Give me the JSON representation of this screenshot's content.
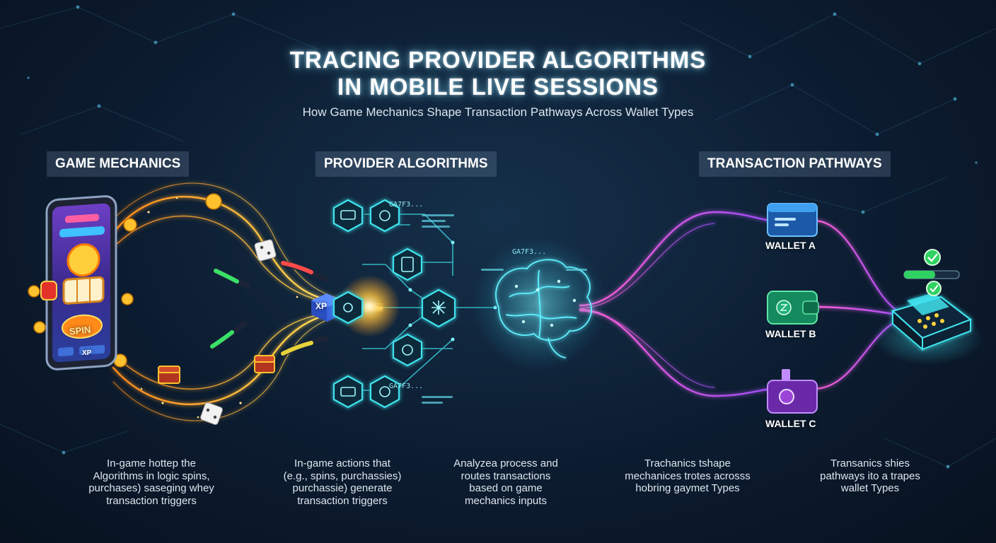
{
  "header": {
    "title_line1": "TRACING PROVIDER ALGORITHMS",
    "title_line2": "IN MOBILE LIVE SESSIONS",
    "subtitle": "How Game Mechanics Shape Transaction Pathways Across Wallet Types"
  },
  "columns": {
    "game_mechanics": "GAME MECHANICS",
    "provider_algorithms": "PROVIDER ALGORITHMS",
    "transaction_pathways": "TRANSACTION PATHWAYS"
  },
  "phone": {
    "spin_label": "SPIN",
    "xp_label": "XP"
  },
  "cube_label": "XP",
  "code_tags": [
    "GA7F3...",
    "GA7F3...",
    "GA7F3..."
  ],
  "wallets": [
    {
      "label": "WALLET A",
      "color": "#3fa0f0"
    },
    {
      "label": "WALLET B",
      "color": "#21b07a"
    },
    {
      "label": "WALLET C",
      "color": "#9b45d8"
    }
  ],
  "descriptions": [
    "In-game hottep the\nAlgorithms in logic spins,\npurchases) saseging whey\ntransaction triggers",
    "In-game actions that\n(e.g., spins, purchassies)\npurchassie) generate\ntransaction triggers",
    "Analyzea process and\nroutes transactions\nbased on game\nmechanics inputs",
    "Trachanics tshape\nmechanices trotes acrosss\nhobring gaymet Types",
    "Transanics shies\npathways ito a trapes\nwallet Types"
  ],
  "colors": {
    "accent_cyan": "#3fe3ee",
    "gold": "#ffb52e",
    "magenta": "#d24cf0",
    "check_green": "#2fd160"
  }
}
